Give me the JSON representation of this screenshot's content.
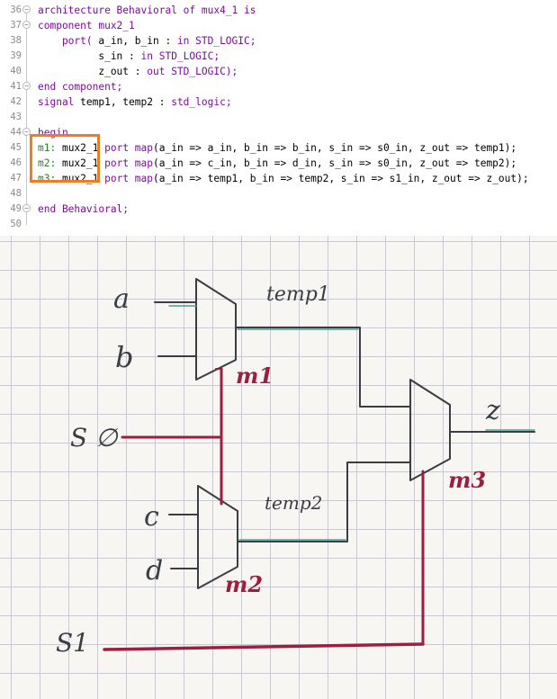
{
  "code": {
    "lines": [
      {
        "n": "36",
        "fold": "−",
        "parts": [
          {
            "t": "architecture Behavioral of mux4_1 is",
            "c": "kw"
          }
        ]
      },
      {
        "n": "37",
        "fold": "−",
        "parts": [
          {
            "t": "component mux2_1",
            "c": "kw"
          }
        ]
      },
      {
        "n": "38",
        "fold": "",
        "parts": [
          {
            "t": "    port( ",
            "c": "kw"
          },
          {
            "t": "a_in, b_in : ",
            "c": ""
          },
          {
            "t": "in STD_LOGIC;",
            "c": "kw"
          }
        ]
      },
      {
        "n": "39",
        "fold": "",
        "parts": [
          {
            "t": "          s_in : ",
            "c": ""
          },
          {
            "t": "in STD_LOGIC;",
            "c": "kw"
          }
        ]
      },
      {
        "n": "40",
        "fold": "",
        "parts": [
          {
            "t": "          z_out : ",
            "c": ""
          },
          {
            "t": "out STD_LOGIC);",
            "c": "kw"
          }
        ]
      },
      {
        "n": "41",
        "fold": "−",
        "parts": [
          {
            "t": "end component;",
            "c": "kw"
          }
        ]
      },
      {
        "n": "42",
        "fold": "",
        "parts": [
          {
            "t": "signal ",
            "c": "kw"
          },
          {
            "t": "temp1, temp2 : ",
            "c": ""
          },
          {
            "t": "std_logic;",
            "c": "kw"
          }
        ]
      },
      {
        "n": "43",
        "fold": "",
        "parts": []
      },
      {
        "n": "44",
        "fold": "−",
        "parts": [
          {
            "t": "begin",
            "c": "kw"
          }
        ]
      },
      {
        "n": "45",
        "fold": "",
        "parts": [
          {
            "t": "m1: ",
            "c": "lbl"
          },
          {
            "t": "mux2_1 ",
            "c": ""
          },
          {
            "t": "port map",
            "c": "kw"
          },
          {
            "t": "(a_in => a_in, b_in => b_in, s_in => s0_in, z_out => temp1);",
            "c": ""
          }
        ]
      },
      {
        "n": "46",
        "fold": "",
        "parts": [
          {
            "t": "m2: ",
            "c": "lbl"
          },
          {
            "t": "mux2_1 ",
            "c": ""
          },
          {
            "t": "port map",
            "c": "kw"
          },
          {
            "t": "(a_in => c_in, b_in => d_in, s_in => s0_in, z_out => temp2);",
            "c": ""
          }
        ]
      },
      {
        "n": "47",
        "fold": "",
        "parts": [
          {
            "t": "m3: ",
            "c": "lbl"
          },
          {
            "t": "mux2_1 ",
            "c": ""
          },
          {
            "t": "port map",
            "c": "kw"
          },
          {
            "t": "(a_in => temp1, b_in => temp2, s_in => s1_in, z_out => z_out);",
            "c": ""
          }
        ]
      },
      {
        "n": "48",
        "fold": "",
        "parts": []
      },
      {
        "n": "49",
        "fold": "−",
        "parts": [
          {
            "t": "end Behavioral;",
            "c": "kw"
          }
        ]
      },
      {
        "n": "50",
        "fold": "",
        "parts": []
      }
    ]
  },
  "sketch": {
    "labels": {
      "a": "a",
      "b": "b",
      "s0": "S ∅",
      "c": "c",
      "d": "d",
      "s1": "S1",
      "temp1": "temp1",
      "temp2": "temp2",
      "z": "z",
      "m1": "m1",
      "m2": "m2",
      "m3": "m3"
    },
    "colors": {
      "ink": "#3a3d42",
      "wire_green": "#4f9f8a",
      "select_red": "#9a1f43",
      "highlight": "#f07b22",
      "keyword": "#7f0aa0",
      "label_green": "#1a8a1a"
    }
  }
}
